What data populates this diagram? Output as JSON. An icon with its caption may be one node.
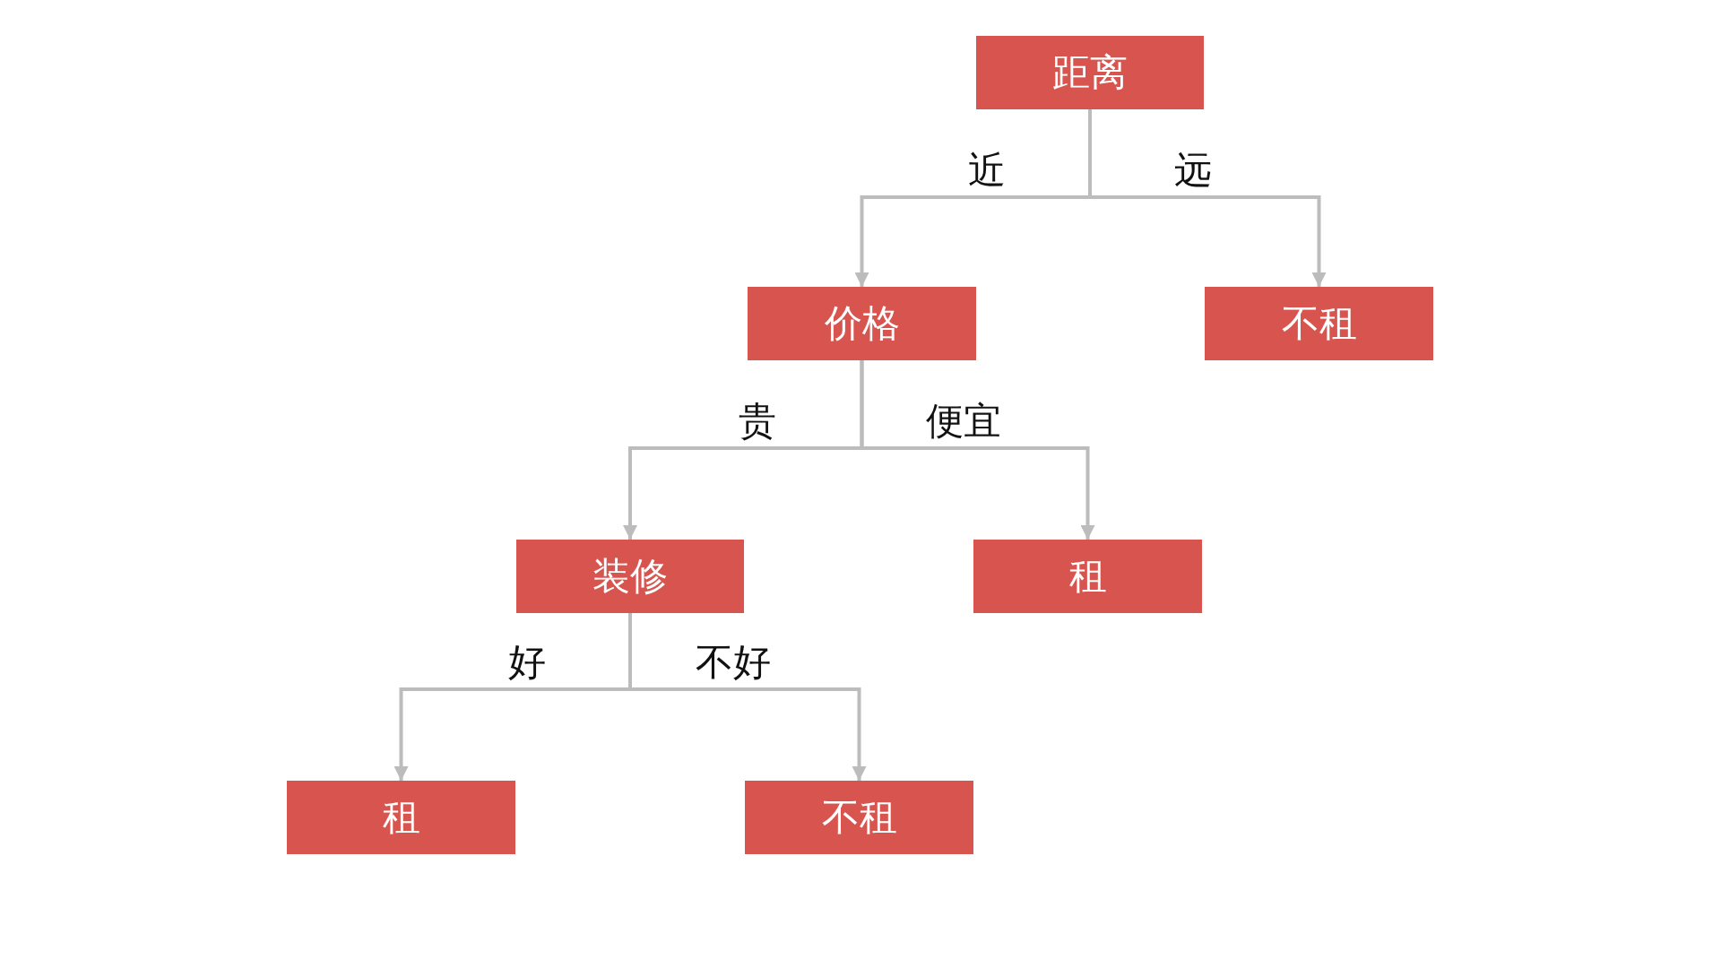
{
  "diagram": {
    "nodes": [
      {
        "text": [
          "距离"
        ]
      },
      {
        "text": [
          "价格"
        ]
      },
      {
        "text": [
          "不租"
        ]
      },
      {
        "text": [
          "装修"
        ]
      },
      {
        "text": [
          "租"
        ]
      },
      {
        "text": [
          "租"
        ]
      },
      {
        "text": [
          "不租"
        ]
      }
    ],
    "edges": [
      {
        "from": 0,
        "to": 1,
        "arrow": "to",
        "label": "近"
      },
      {
        "from": 0,
        "to": 2,
        "arrow": "to",
        "label": "远"
      },
      {
        "from": 1,
        "to": 3,
        "arrow": "to",
        "label": "贵"
      },
      {
        "from": 1,
        "to": 4,
        "arrow": "to",
        "label": "便宜"
      },
      {
        "from": 3,
        "to": 5,
        "arrow": "to",
        "label": "好"
      },
      {
        "from": 3,
        "to": 6,
        "arrow": "to",
        "label": "不好"
      }
    ]
  }
}
